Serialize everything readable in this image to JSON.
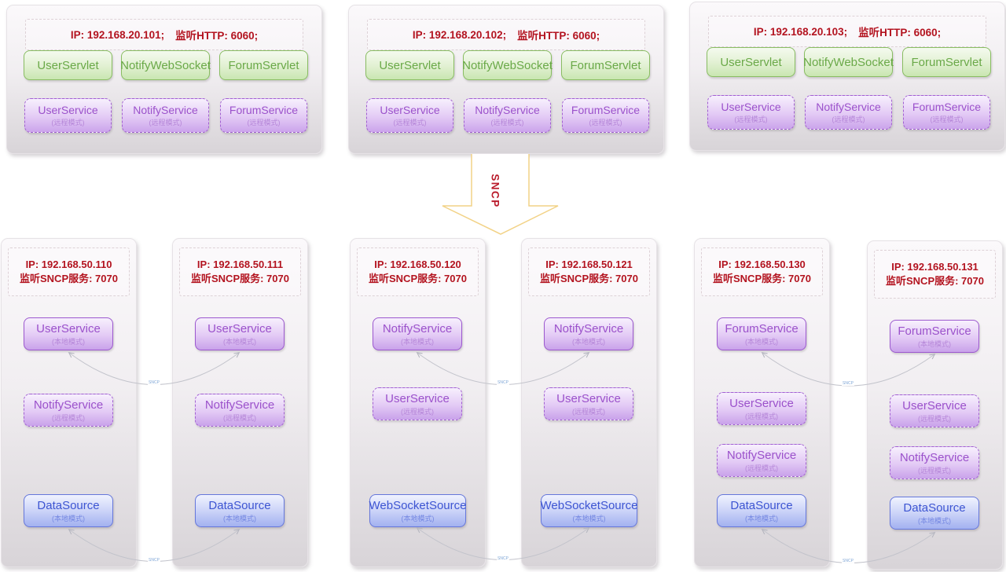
{
  "diagram": {
    "arrow_label": "SNCP",
    "connector_label": "SNCP"
  },
  "colors": {
    "ip_text": "#b3131f",
    "servlet_green": "#6aa948",
    "service_purple": "#9b51cb",
    "source_blue": "#3d55d2",
    "arrow_outline": "#f2d286",
    "connector_gray": "#c2c3cb"
  },
  "top_servers": [
    {
      "ip": "IP: 192.168.20.101;",
      "listen": "监听HTTP: 6060;",
      "servlets": [
        "UserServlet",
        "NotifyWebSocket",
        "ForumServlet"
      ],
      "services": [
        {
          "name": "UserService",
          "mode": "(远程模式)"
        },
        {
          "name": "NotifyService",
          "mode": "(远程模式)"
        },
        {
          "name": "ForumService",
          "mode": "(远程模式)"
        }
      ]
    },
    {
      "ip": "IP: 192.168.20.102;",
      "listen": "监听HTTP: 6060;",
      "servlets": [
        "UserServlet",
        "NotifyWebSocket",
        "ForumServlet"
      ],
      "services": [
        {
          "name": "UserService",
          "mode": "(远程模式)"
        },
        {
          "name": "NotifyService",
          "mode": "(远程模式)"
        },
        {
          "name": "ForumService",
          "mode": "(远程模式)"
        }
      ]
    },
    {
      "ip": "IP: 192.168.20.103;",
      "listen": "监听HTTP: 6060;",
      "servlets": [
        "UserServlet",
        "NotifyWebSocket",
        "ForumServlet"
      ],
      "services": [
        {
          "name": "UserService",
          "mode": "(远程模式)"
        },
        {
          "name": "NotifyService",
          "mode": "(远程模式)"
        },
        {
          "name": "ForumService",
          "mode": "(远程模式)"
        }
      ]
    }
  ],
  "bottom_servers": [
    {
      "ip": "IP: 192.168.50.110",
      "listen": "监听SNCP服务: 7070",
      "boxes": [
        {
          "name": "UserService",
          "mode": "(本地模式)",
          "render": "solid"
        },
        {
          "name": "NotifyService",
          "mode": "(远程模式)",
          "render": "dashed"
        },
        {
          "name": "DataSource",
          "mode": "(本地模式)",
          "render": "source"
        }
      ]
    },
    {
      "ip": "IP: 192.168.50.111",
      "listen": "监听SNCP服务: 7070",
      "boxes": [
        {
          "name": "UserService",
          "mode": "(本地模式)",
          "render": "solid"
        },
        {
          "name": "NotifyService",
          "mode": "(远程模式)",
          "render": "dashed"
        },
        {
          "name": "DataSource",
          "mode": "(本地模式)",
          "render": "source"
        }
      ]
    },
    {
      "ip": "IP: 192.168.50.120",
      "listen": "监听SNCP服务: 7070",
      "boxes": [
        {
          "name": "NotifyService",
          "mode": "(本地模式)",
          "render": "solid"
        },
        {
          "name": "UserService",
          "mode": "(远程模式)",
          "render": "dashed"
        },
        {
          "name": "WebSocketSource",
          "mode": "(本地模式)",
          "render": "source"
        }
      ]
    },
    {
      "ip": "IP: 192.168.50.121",
      "listen": "监听SNCP服务: 7070",
      "boxes": [
        {
          "name": "NotifyService",
          "mode": "(本地模式)",
          "render": "solid"
        },
        {
          "name": "UserService",
          "mode": "(远程模式)",
          "render": "dashed"
        },
        {
          "name": "WebSocketSource",
          "mode": "(本地模式)",
          "render": "source"
        }
      ]
    },
    {
      "ip": "IP: 192.168.50.130",
      "listen": "监听SNCP服务: 7070",
      "boxes": [
        {
          "name": "ForumService",
          "mode": "(本地模式)",
          "render": "solid"
        },
        {
          "name": "UserService",
          "mode": "(远程模式)",
          "render": "dashed"
        },
        {
          "name": "NotifyService",
          "mode": "(远程模式)",
          "render": "dashed"
        },
        {
          "name": "DataSource",
          "mode": "(本地模式)",
          "render": "source"
        }
      ]
    },
    {
      "ip": "IP: 192.168.50.131",
      "listen": "监听SNCP服务: 7070",
      "boxes": [
        {
          "name": "ForumService",
          "mode": "(本地模式)",
          "render": "solid"
        },
        {
          "name": "UserService",
          "mode": "(远程模式)",
          "render": "dashed"
        },
        {
          "name": "NotifyService",
          "mode": "(远程模式)",
          "render": "dashed"
        },
        {
          "name": "DataSource",
          "mode": "(本地模式)",
          "render": "source"
        }
      ]
    }
  ]
}
